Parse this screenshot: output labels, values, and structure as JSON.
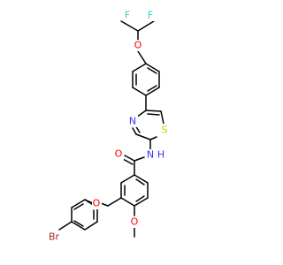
{
  "molecule": {
    "atoms": {
      "f1": "F",
      "f2": "F",
      "o_ether_top": "O",
      "s_thiazole": "S",
      "n_thiazole": "N",
      "nh_amide": "N",
      "h_amide": "H",
      "o_carbonyl": "O",
      "o_ether_mid": "O",
      "o_methoxy": "O",
      "br": "Br"
    },
    "colors": {
      "F": "#33cccc",
      "O": "#ff0000",
      "S": "#cccc00",
      "N": "#3333ff",
      "H": "#3333ff",
      "Br": "#a52a2a",
      "bond": "#000000"
    }
  }
}
